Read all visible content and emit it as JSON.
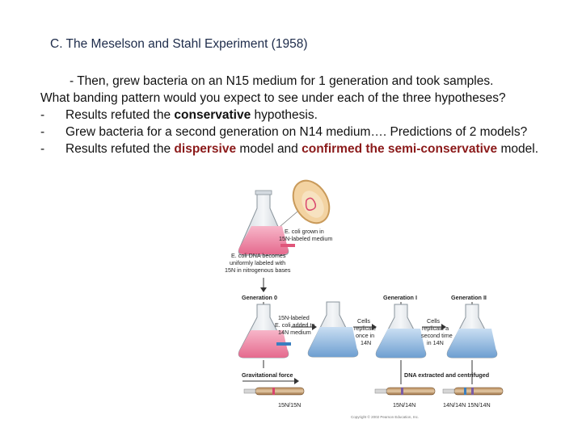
{
  "slide": {
    "heading": "C. The Meselson and Stahl Experiment (1958)",
    "intro_line1": "- Then, grew bacteria on an N15 medium for 1 generation and took samples.",
    "intro_line2": "What banding pattern would you expect to see under each of the three hypotheses?",
    "bullets": [
      {
        "dash": "-",
        "pre": "Results refuted the ",
        "em": "conservative",
        "post": " hypothesis."
      },
      {
        "dash": "-",
        "text": "Grew bacteria for a second generation on N14 medium…. Predictions of 2 models?"
      },
      {
        "dash": "-",
        "pre": "Results refuted the ",
        "em": "dispersive",
        "mid": " model and ",
        "em2": "confirmed the semi-conservative",
        "post": " model."
      }
    ]
  },
  "figure": {
    "ecoli_label_1": "E. coli grown in",
    "ecoli_label_2": "15N-labeled medium",
    "dna_label_1": "E. coli DNA becomes",
    "dna_label_2": "uniformly labeled with",
    "dna_label_3": "15N in nitrogenous bases",
    "gen0": "Generation 0",
    "gen1": "Generation I",
    "gen2": "Generation II",
    "added_1": "15N-labeled",
    "added_2": "E. coli added to",
    "added_3": "14N medium",
    "cells1_1": "Cells",
    "cells1_2": "replicate",
    "cells1_3": "once in",
    "cells1_4": "14N",
    "cells2_1": "Cells",
    "cells2_2": "replicate a",
    "cells2_3": "second time",
    "cells2_4": "in 14N",
    "grav": "Gravitational force",
    "extracted": "DNA extracted and centrifuged",
    "tube0": "15N/15N",
    "tube1": "15N/14N",
    "tube2": "14N/14N  15N/14N",
    "copyright": "Copyright © 2002 Pearson Education, Inc."
  },
  "colors": {
    "heading": "#1d2b4a",
    "emphasis": "#8b1a1a",
    "n15": "#e0557a",
    "n14": "#3a7fc0"
  }
}
